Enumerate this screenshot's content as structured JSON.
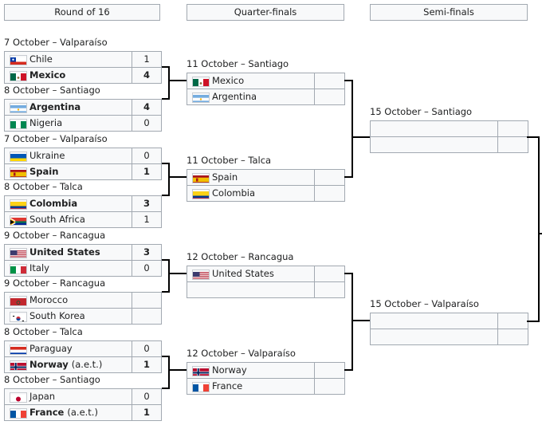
{
  "headers": {
    "round_of_16": "Round of 16",
    "quarter_finals": "Quarter-finals",
    "semi_finals": "Semi-finals"
  },
  "round_of_16": [
    {
      "date": "7 October – Valparaíso",
      "teams": [
        {
          "name": "Chile",
          "score": "1",
          "flag": "chile"
        },
        {
          "name": "Mexico",
          "score": "4",
          "flag": "mexico",
          "winner": true
        }
      ]
    },
    {
      "date": "8 October – Santiago",
      "teams": [
        {
          "name": "Argentina",
          "score": "4",
          "flag": "argentina",
          "winner": true
        },
        {
          "name": "Nigeria",
          "score": "0",
          "flag": "nigeria"
        }
      ]
    },
    {
      "date": "7 October – Valparaíso",
      "teams": [
        {
          "name": "Ukraine",
          "score": "0",
          "flag": "ukraine"
        },
        {
          "name": "Spain",
          "score": "1",
          "flag": "spain",
          "winner": true
        }
      ]
    },
    {
      "date": "8 October – Talca",
      "teams": [
        {
          "name": "Colombia",
          "score": "3",
          "flag": "colombia",
          "winner": true
        },
        {
          "name": "South Africa",
          "score": "1",
          "flag": "south-africa"
        }
      ]
    },
    {
      "date": "9 October – Rancagua",
      "teams": [
        {
          "name": "United States",
          "score": "3",
          "flag": "usa",
          "winner": true
        },
        {
          "name": "Italy",
          "score": "0",
          "flag": "italy"
        }
      ]
    },
    {
      "date": "9 October – Rancagua",
      "teams": [
        {
          "name": "Morocco",
          "score": "",
          "flag": "morocco"
        },
        {
          "name": "South Korea",
          "score": "",
          "flag": "south-korea"
        }
      ]
    },
    {
      "date": "8 October – Talca",
      "teams": [
        {
          "name": "Paraguay",
          "score": "0",
          "flag": "paraguay"
        },
        {
          "name": "Norway",
          "note": "(a.e.t.)",
          "score": "1",
          "flag": "norway",
          "winner": true
        }
      ]
    },
    {
      "date": "8 October – Santiago",
      "teams": [
        {
          "name": "Japan",
          "score": "0",
          "flag": "japan"
        },
        {
          "name": "France",
          "note": "(a.e.t.)",
          "score": "1",
          "flag": "france",
          "winner": true
        }
      ]
    }
  ],
  "quarter_finals": [
    {
      "date": "11 October – Santiago",
      "teams": [
        {
          "name": "Mexico",
          "score": "",
          "flag": "mexico"
        },
        {
          "name": "Argentina",
          "score": "",
          "flag": "argentina"
        }
      ]
    },
    {
      "date": "11 October – Talca",
      "teams": [
        {
          "name": "Spain",
          "score": "",
          "flag": "spain"
        },
        {
          "name": "Colombia",
          "score": "",
          "flag": "colombia"
        }
      ]
    },
    {
      "date": "12 October – Rancagua",
      "teams": [
        {
          "name": "United States",
          "score": "",
          "flag": "usa"
        },
        {
          "name": "",
          "score": "",
          "flag": ""
        }
      ]
    },
    {
      "date": "12 October – Valparaíso",
      "teams": [
        {
          "name": "Norway",
          "score": "",
          "flag": "norway"
        },
        {
          "name": "France",
          "score": "",
          "flag": "france"
        }
      ]
    }
  ],
  "semi_finals": [
    {
      "date": "15 October – Santiago",
      "teams": [
        {
          "name": "",
          "score": "",
          "flag": ""
        },
        {
          "name": "",
          "score": "",
          "flag": ""
        }
      ]
    },
    {
      "date": "15 October – Valparaíso",
      "teams": [
        {
          "name": "",
          "score": "",
          "flag": ""
        },
        {
          "name": "",
          "score": "",
          "flag": ""
        }
      ]
    }
  ]
}
